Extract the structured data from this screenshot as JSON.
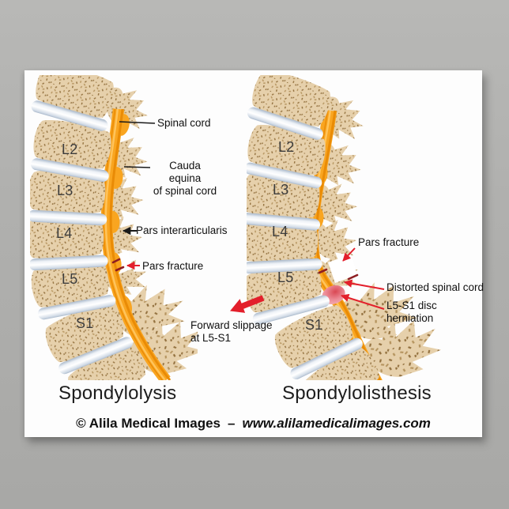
{
  "panels": {
    "left": {
      "title": "Spondylolysis",
      "vertebrae": [
        "L2",
        "L3",
        "L4",
        "L5",
        "S1"
      ],
      "annotations": {
        "spinal_cord": "Spinal cord",
        "cauda_line1": "Cauda equina",
        "cauda_line2": "of spinal cord",
        "pars_interarticularis": "Pars interarticularis",
        "pars_fracture": "Pars fracture"
      }
    },
    "right": {
      "title": "Spondylolisthesis",
      "vertebrae": [
        "L2",
        "L3",
        "L4",
        "L5",
        "S1"
      ],
      "annotations": {
        "pars_fracture": "Pars fracture",
        "distorted_cord": "Distorted spinal cord",
        "herniation_line1": "L5-S1 disc",
        "herniation_line2": "herniation",
        "slippage_line1": "Forward slippage",
        "slippage_line2": "at L5-S1"
      }
    }
  },
  "footer": {
    "copyright": "© Alila Medical Images",
    "separator": "–",
    "website": "www.alilamedicalimages.com"
  },
  "colors": {
    "bone": "#e6d0ab",
    "bone_speckle": "#93713f",
    "bone_speckle_light": "#b5945f",
    "cord": "#f9a520",
    "cord_shadow": "#e98b06",
    "cord_highlight": "#ffc863",
    "annotation_red": "#e31f2b",
    "fracture_mark": "#8e1e22",
    "herniation": "#d94753",
    "herniation_light": "#f4b3b8",
    "disc_shade": "#a9b8ca",
    "leader_black": "#1a1a1a"
  }
}
